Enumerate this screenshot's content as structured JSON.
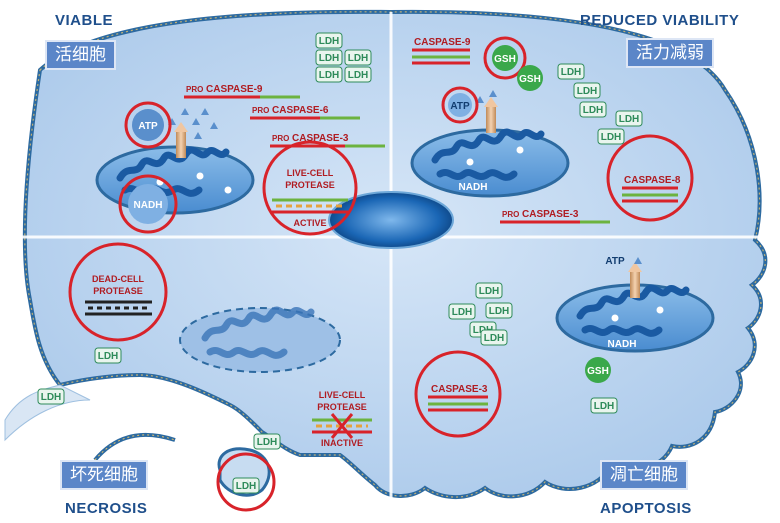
{
  "corners": {
    "viable": "VIABLE",
    "reduced_viability": "REDUCED VIABILITY",
    "necrosis": "NECROSIS",
    "apoptosis": "APOPTOSIS"
  },
  "chinese_labels": {
    "viable": "活细胞",
    "reduced_viability": "活力减弱",
    "necrosis": "坏死细胞",
    "apoptosis": "凋亡细胞"
  },
  "markers": {
    "ldh": "LDH",
    "atp": "ATP",
    "nadh": "NADH",
    "gsh": "GSH"
  },
  "caspases": {
    "pro_prefix": "PRO",
    "caspase_9": "CASPASE-9",
    "caspase_6": "CASPASE-6",
    "caspase_3": "CASPASE-3",
    "caspase_8": "CASPASE-8"
  },
  "proteases": {
    "live_cell_line1": "LIVE-CELL",
    "live_cell_line2": "PROTEASE",
    "active": "ACTIVE",
    "inactive": "INACTIVE",
    "dead_cell_line1": "DEAD-CELL",
    "dead_cell_line2": "PROTEASE"
  },
  "colors": {
    "cell_fill": "#b9d3ee",
    "cell_border": "#2d6aa0",
    "text_blue": "#1f4f8b",
    "ring_red": "#d8232a",
    "ldh_green": "#2e8b5a",
    "gsh_green": "#3aa84a",
    "bar_green": "#6cb33f"
  }
}
